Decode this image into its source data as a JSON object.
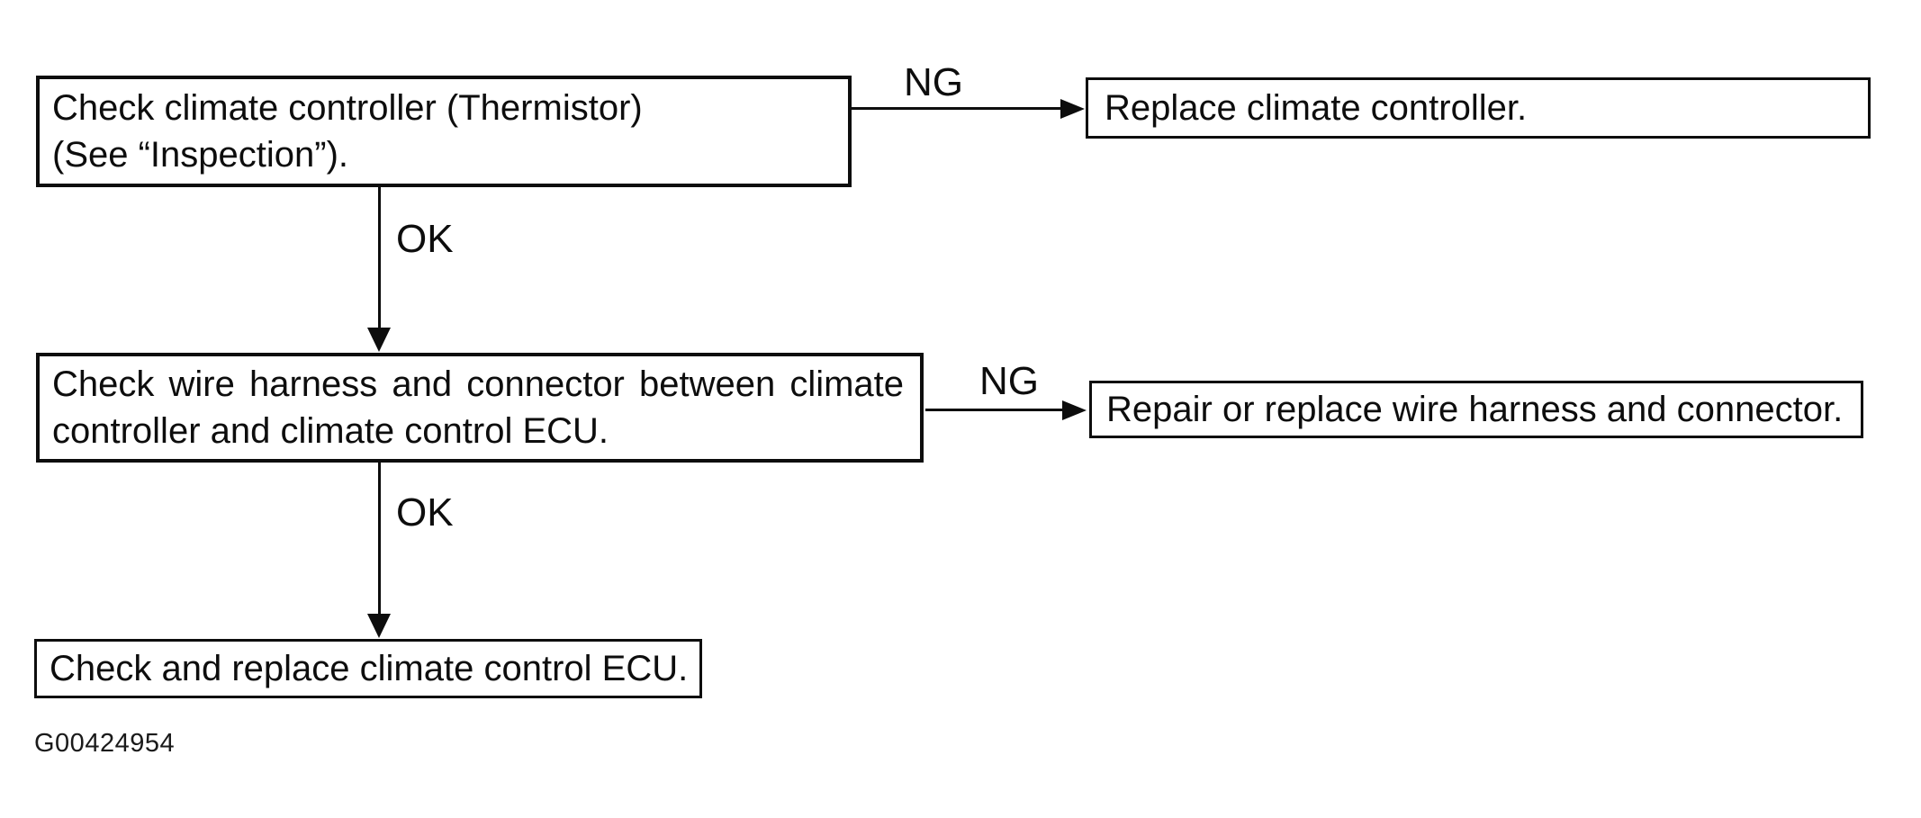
{
  "figure": {
    "code": "G00424954",
    "ink_color": "#0d0d0d",
    "background_color": "#ffffff"
  },
  "flowchart": {
    "nodes": [
      {
        "id": "check-climate-controller",
        "lines": [
          "Check climate controller (Thermistor)",
          "(See “Inspection”)."
        ]
      },
      {
        "id": "replace-climate-controller",
        "lines": [
          "Replace climate controller."
        ]
      },
      {
        "id": "check-wire-harness",
        "lines": [
          "Check wire harness and connector between climate",
          "controller and climate control ECU."
        ]
      },
      {
        "id": "repair-replace-harness",
        "lines": [
          "Repair or replace wire harness and connector."
        ]
      },
      {
        "id": "check-replace-ecu",
        "lines": [
          "Check and replace climate control ECU."
        ]
      }
    ],
    "edges": [
      {
        "id": "edge-1-ng",
        "label": "NG",
        "from": "check-climate-controller",
        "to": "replace-climate-controller"
      },
      {
        "id": "edge-1-ok",
        "label": "OK",
        "from": "check-climate-controller",
        "to": "check-wire-harness"
      },
      {
        "id": "edge-2-ng",
        "label": "NG",
        "from": "check-wire-harness",
        "to": "repair-replace-harness"
      },
      {
        "id": "edge-2-ok",
        "label": "OK",
        "from": "check-wire-harness",
        "to": "check-replace-ecu"
      }
    ]
  }
}
